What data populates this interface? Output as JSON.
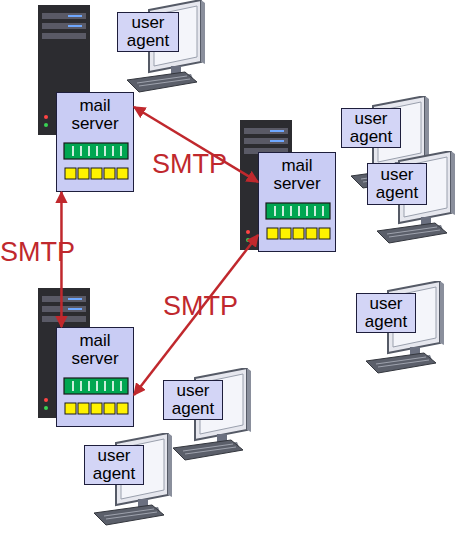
{
  "diagram": {
    "nodes": [
      {
        "text": [
          "user agent"
        ]
      },
      {
        "text": [
          "mail server"
        ]
      },
      {
        "text": [
          "user agent"
        ]
      },
      {
        "text": [
          "mail server"
        ]
      },
      {
        "text": [
          "user agent"
        ]
      },
      {
        "text": [
          "user agent"
        ]
      },
      {
        "text": [
          "mail server"
        ]
      },
      {
        "text": [
          "user agent"
        ]
      },
      {
        "text": [
          "user agent"
        ]
      }
    ],
    "edges": [
      {
        "from": 1,
        "to": 3,
        "arrow": "both",
        "label": "SMTP"
      },
      {
        "from": 1,
        "to": 6,
        "arrow": "both",
        "label": "SMTP"
      },
      {
        "from": 6,
        "to": 3,
        "arrow": "both",
        "label": "SMTP"
      }
    ]
  }
}
